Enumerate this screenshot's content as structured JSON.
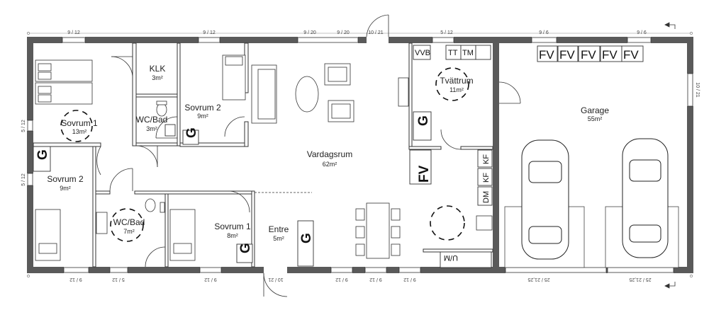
{
  "rooms": {
    "sovrum1_top": {
      "name": "Sovrum 1",
      "area": "13m²"
    },
    "klk": {
      "name": "KLK",
      "area": "3m²"
    },
    "wc_bad_top": {
      "name": "WC/Bad",
      "area": "3m²"
    },
    "sovrum2_top": {
      "name": "Sovrum 2",
      "area": "9m²"
    },
    "vardagsrum": {
      "name": "Vardagsrum",
      "area": "62m²"
    },
    "tvattrum": {
      "name": "Tvättrum",
      "area": "11m²"
    },
    "garage": {
      "name": "Garage",
      "area": "55m²"
    },
    "sovrum2_left": {
      "name": "Sovrum 2",
      "area": "9m²"
    },
    "wc_bad_bottom": {
      "name": "WC/Bad",
      "area": "7m²"
    },
    "sovrum1_bottom": {
      "name": "Sovrum 1",
      "area": "8m²"
    },
    "entre": {
      "name": "Entre",
      "area": "5m²"
    }
  },
  "appliances": {
    "vvb": "VVB",
    "tt": "TT",
    "tm": "TM",
    "fv": "FV",
    "kf": "KF",
    "dm": "DM",
    "um": "U/M",
    "g": "G"
  },
  "dimensions": {
    "top_1": "9 / 12",
    "top_2": "9 / 12",
    "top_3": "9 / 20",
    "top_4": "9 / 20",
    "top_5": "10 / 21",
    "top_6": "5 / 12",
    "top_7": "9 / 6",
    "top_8": "9 / 6",
    "left_1": "5 / 12",
    "left_2": "5 / 12",
    "right_1": "10 / 21",
    "bottom_1": "9 / 12",
    "bottom_2": "5 / 12",
    "bottom_3": "9 / 12",
    "bottom_4": "10 / 21",
    "bottom_5": "9 / 12",
    "bottom_6": "9 / 12",
    "bottom_7": "9 / 12",
    "bottom_8": "25 / 21,25",
    "bottom_9": "25 / 21,25"
  },
  "colors": {
    "wall": "#5a5a5a",
    "line": "#333333",
    "paper": "#ffffff"
  }
}
